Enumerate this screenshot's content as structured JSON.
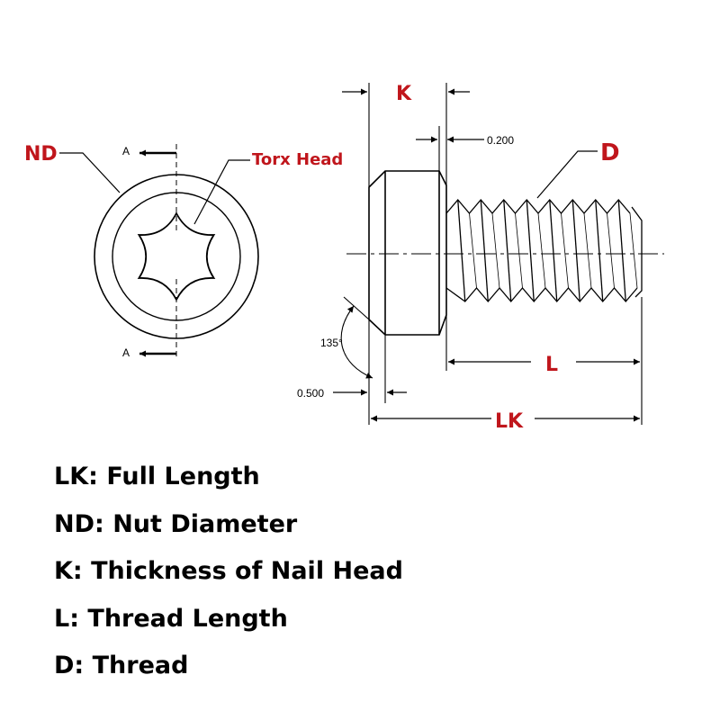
{
  "front_view": {
    "nd_label": "ND",
    "torx_label": "Torx Head",
    "section_top": "A",
    "section_bottom": "A"
  },
  "side_view": {
    "k_label": "K",
    "d_label": "D",
    "l_label": "L",
    "lk_label": "LK",
    "dim_top": "0.200",
    "dim_bottom": "0.500",
    "angle": "135°"
  },
  "legend": [
    "LK: Full Length",
    "ND: Nut Diameter",
    "K: Thickness of Nail Head",
    "L: Thread Length",
    "D: Thread"
  ],
  "colors": {
    "label_red": "#c0161c",
    "line": "#000000"
  }
}
